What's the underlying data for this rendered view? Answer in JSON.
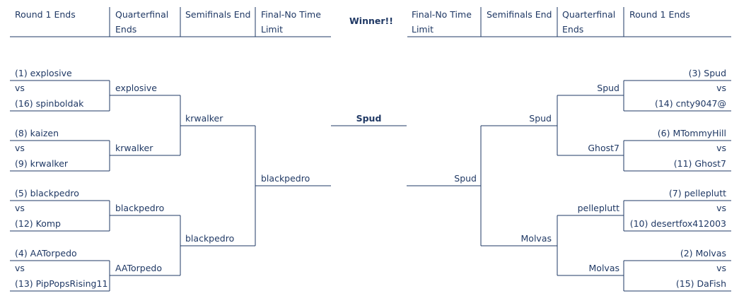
{
  "headers": {
    "left": [
      "Round 1 Ends",
      "Quarterfinal Ends",
      "Semifinals End",
      "Final-No Time Limit"
    ],
    "right": [
      "Final-No Time Limit",
      "Semifinals End",
      "Quarterfinal Ends",
      "Round 1 Ends"
    ],
    "winner_label": "Winner!!"
  },
  "vs_label": "vs",
  "left": {
    "round1": [
      {
        "top": "(1) explosive",
        "bottom": "(16) spinboldak"
      },
      {
        "top": "(8) kaizen",
        "bottom": "(9) krwalker"
      },
      {
        "top": "(5) blackpedro",
        "bottom": "(12) Komp"
      },
      {
        "top": "(4) AATorpedo",
        "bottom": "(13) PipPopsRising11"
      }
    ],
    "quarterfinal": [
      "explosive",
      "krwalker",
      "blackpedro",
      "AATorpedo"
    ],
    "semifinal": [
      "krwalker",
      "blackpedro"
    ],
    "final": "blackpedro"
  },
  "right": {
    "round1": [
      {
        "top": "(3) Spud",
        "bottom": "(14) cnty9047@"
      },
      {
        "top": "(6) MTommyHill",
        "bottom": "(11) Ghost7"
      },
      {
        "top": "(7) pelleplutt",
        "bottom": "(10) desertfox412003"
      },
      {
        "top": "(2) Molvas",
        "bottom": "(15) DaFish"
      }
    ],
    "quarterfinal": [
      "Spud",
      "Ghost7",
      "pelleplutt",
      "Molvas"
    ],
    "semifinal": [
      "Spud",
      "Molvas"
    ],
    "final": "Spud"
  },
  "champion": "Spud"
}
